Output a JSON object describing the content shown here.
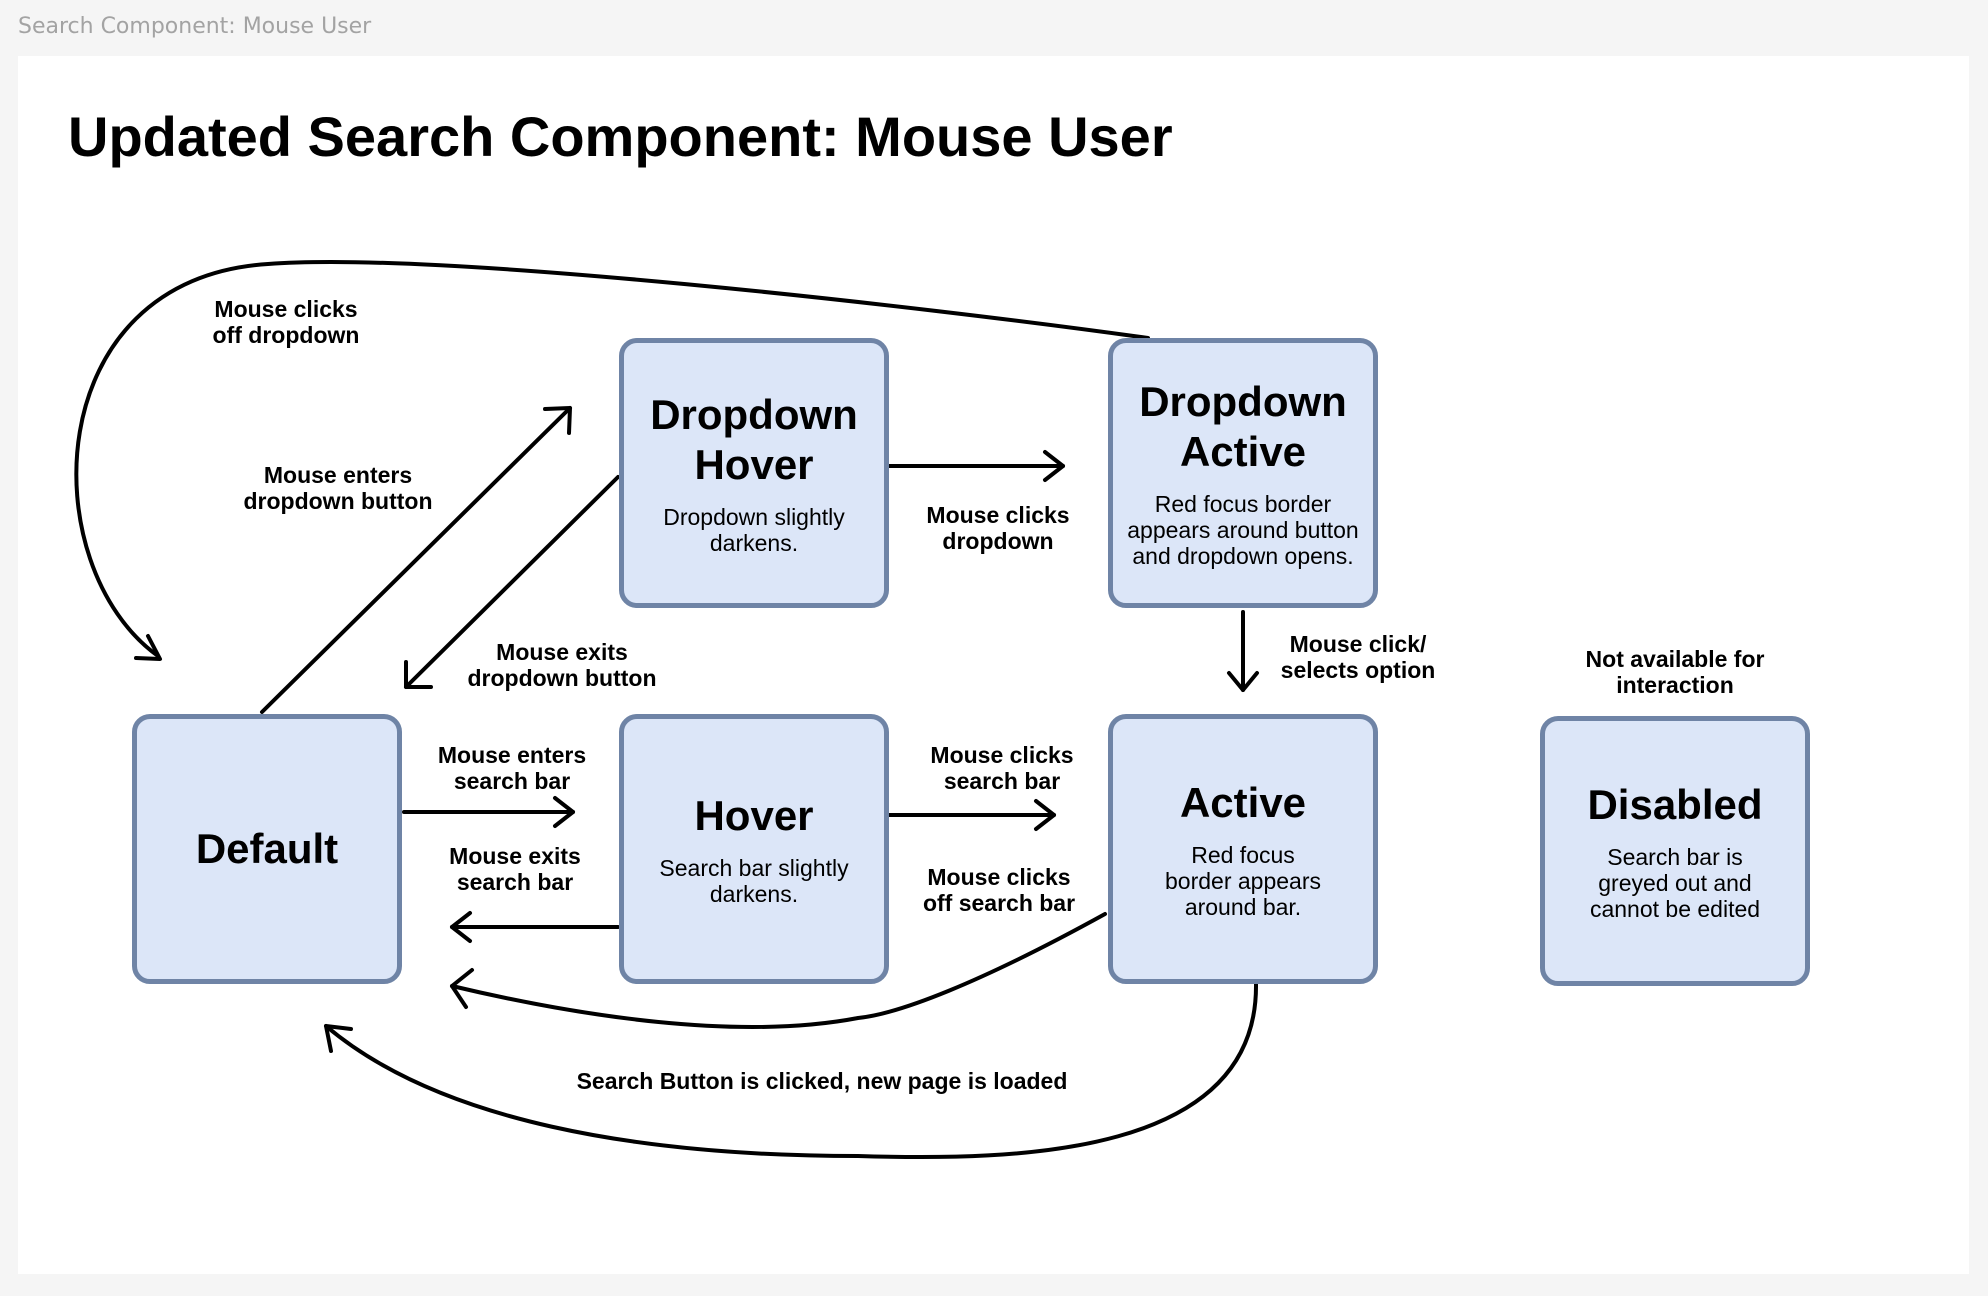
{
  "frame_label": "Search Component: Mouse User",
  "title": "Updated Search Component: Mouse User",
  "nodes": {
    "default": {
      "title": "Default"
    },
    "hover": {
      "title": "Hover",
      "desc": "Search bar slightly darkens."
    },
    "active": {
      "title": "Active",
      "desc": "Red focus border appears around bar."
    },
    "dropdown_hover": {
      "title": "Dropdown Hover",
      "desc": "Dropdown slightly darkens."
    },
    "dropdown_active": {
      "title": "Dropdown Active",
      "desc": "Red focus border appears around button and dropdown opens."
    },
    "disabled": {
      "title": "Disabled",
      "desc": "Search bar is greyed out and cannot be edited"
    }
  },
  "edges": {
    "clicks_off_dropdown": "Mouse clicks\noff dropdown",
    "enters_dropdown_button": "Mouse enters\ndropdown button",
    "exits_dropdown_button": "Mouse exits\ndropdown button",
    "clicks_dropdown": "Mouse clicks\ndropdown",
    "click_selects_option": "Mouse click/\nselects option",
    "enters_search_bar": "Mouse enters\nsearch bar",
    "exits_search_bar": "Mouse exits\nsearch bar",
    "clicks_search_bar": "Mouse clicks\nsearch bar",
    "clicks_off_search_bar": "Mouse clicks\noff search bar",
    "search_button_clicked": "Search Button is clicked, new page is loaded"
  },
  "disabled_note": "Not available for\ninteraction",
  "colors": {
    "node_fill": "#dce6f8",
    "node_border": "#6f84a6",
    "edge": "#000000",
    "background": "#ffffff"
  }
}
